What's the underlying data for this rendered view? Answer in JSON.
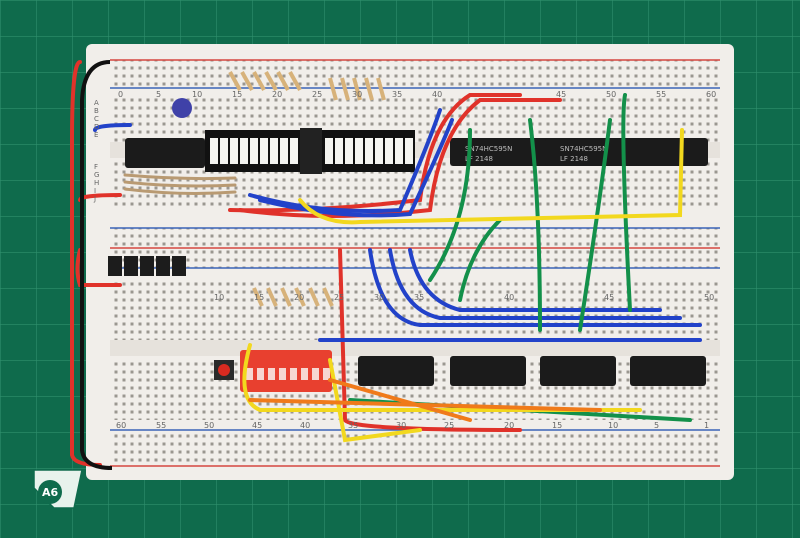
{
  "photo": {
    "corner_label": "A6",
    "chip_markings": {
      "top_left_chip": "SN74HC595N",
      "top_left_chip_sub": "LF 2148",
      "top_right_chip": "SN74HC595N",
      "top_right_chip_sub": "LF 2148"
    },
    "breadboard_numbers": {
      "upper_board_top": [
        "0",
        "5",
        "10",
        "15",
        "20",
        "25",
        "30",
        "35",
        "40",
        "45",
        "50",
        "55",
        "60"
      ],
      "upper_board_rows_left": [
        "A",
        "B",
        "C",
        "D",
        "E",
        "F",
        "G",
        "H",
        "I",
        "J"
      ],
      "lower_board_top": [
        "10",
        "15",
        "20",
        "25",
        "30",
        "35",
        "40",
        "45",
        "50"
      ],
      "lower_board_bottom": [
        "60",
        "55",
        "50",
        "45",
        "40",
        "35",
        "30",
        "25",
        "20",
        "15",
        "10",
        "5",
        "1"
      ]
    }
  },
  "colors": {
    "mat_green": "#0f6b4c",
    "grid_line": "#2f8f6d",
    "breadboard": "#f1eeea",
    "rail_red": "#d5463f",
    "rail_blue": "#3a64b8",
    "wire_red": "#e0322a",
    "wire_blue": "#2242c9",
    "wire_green": "#13904a",
    "wire_yellow": "#f2d81e",
    "wire_orange": "#f07a1a",
    "chip_black": "#1b1b1b",
    "dip_red": "#e8402f"
  }
}
